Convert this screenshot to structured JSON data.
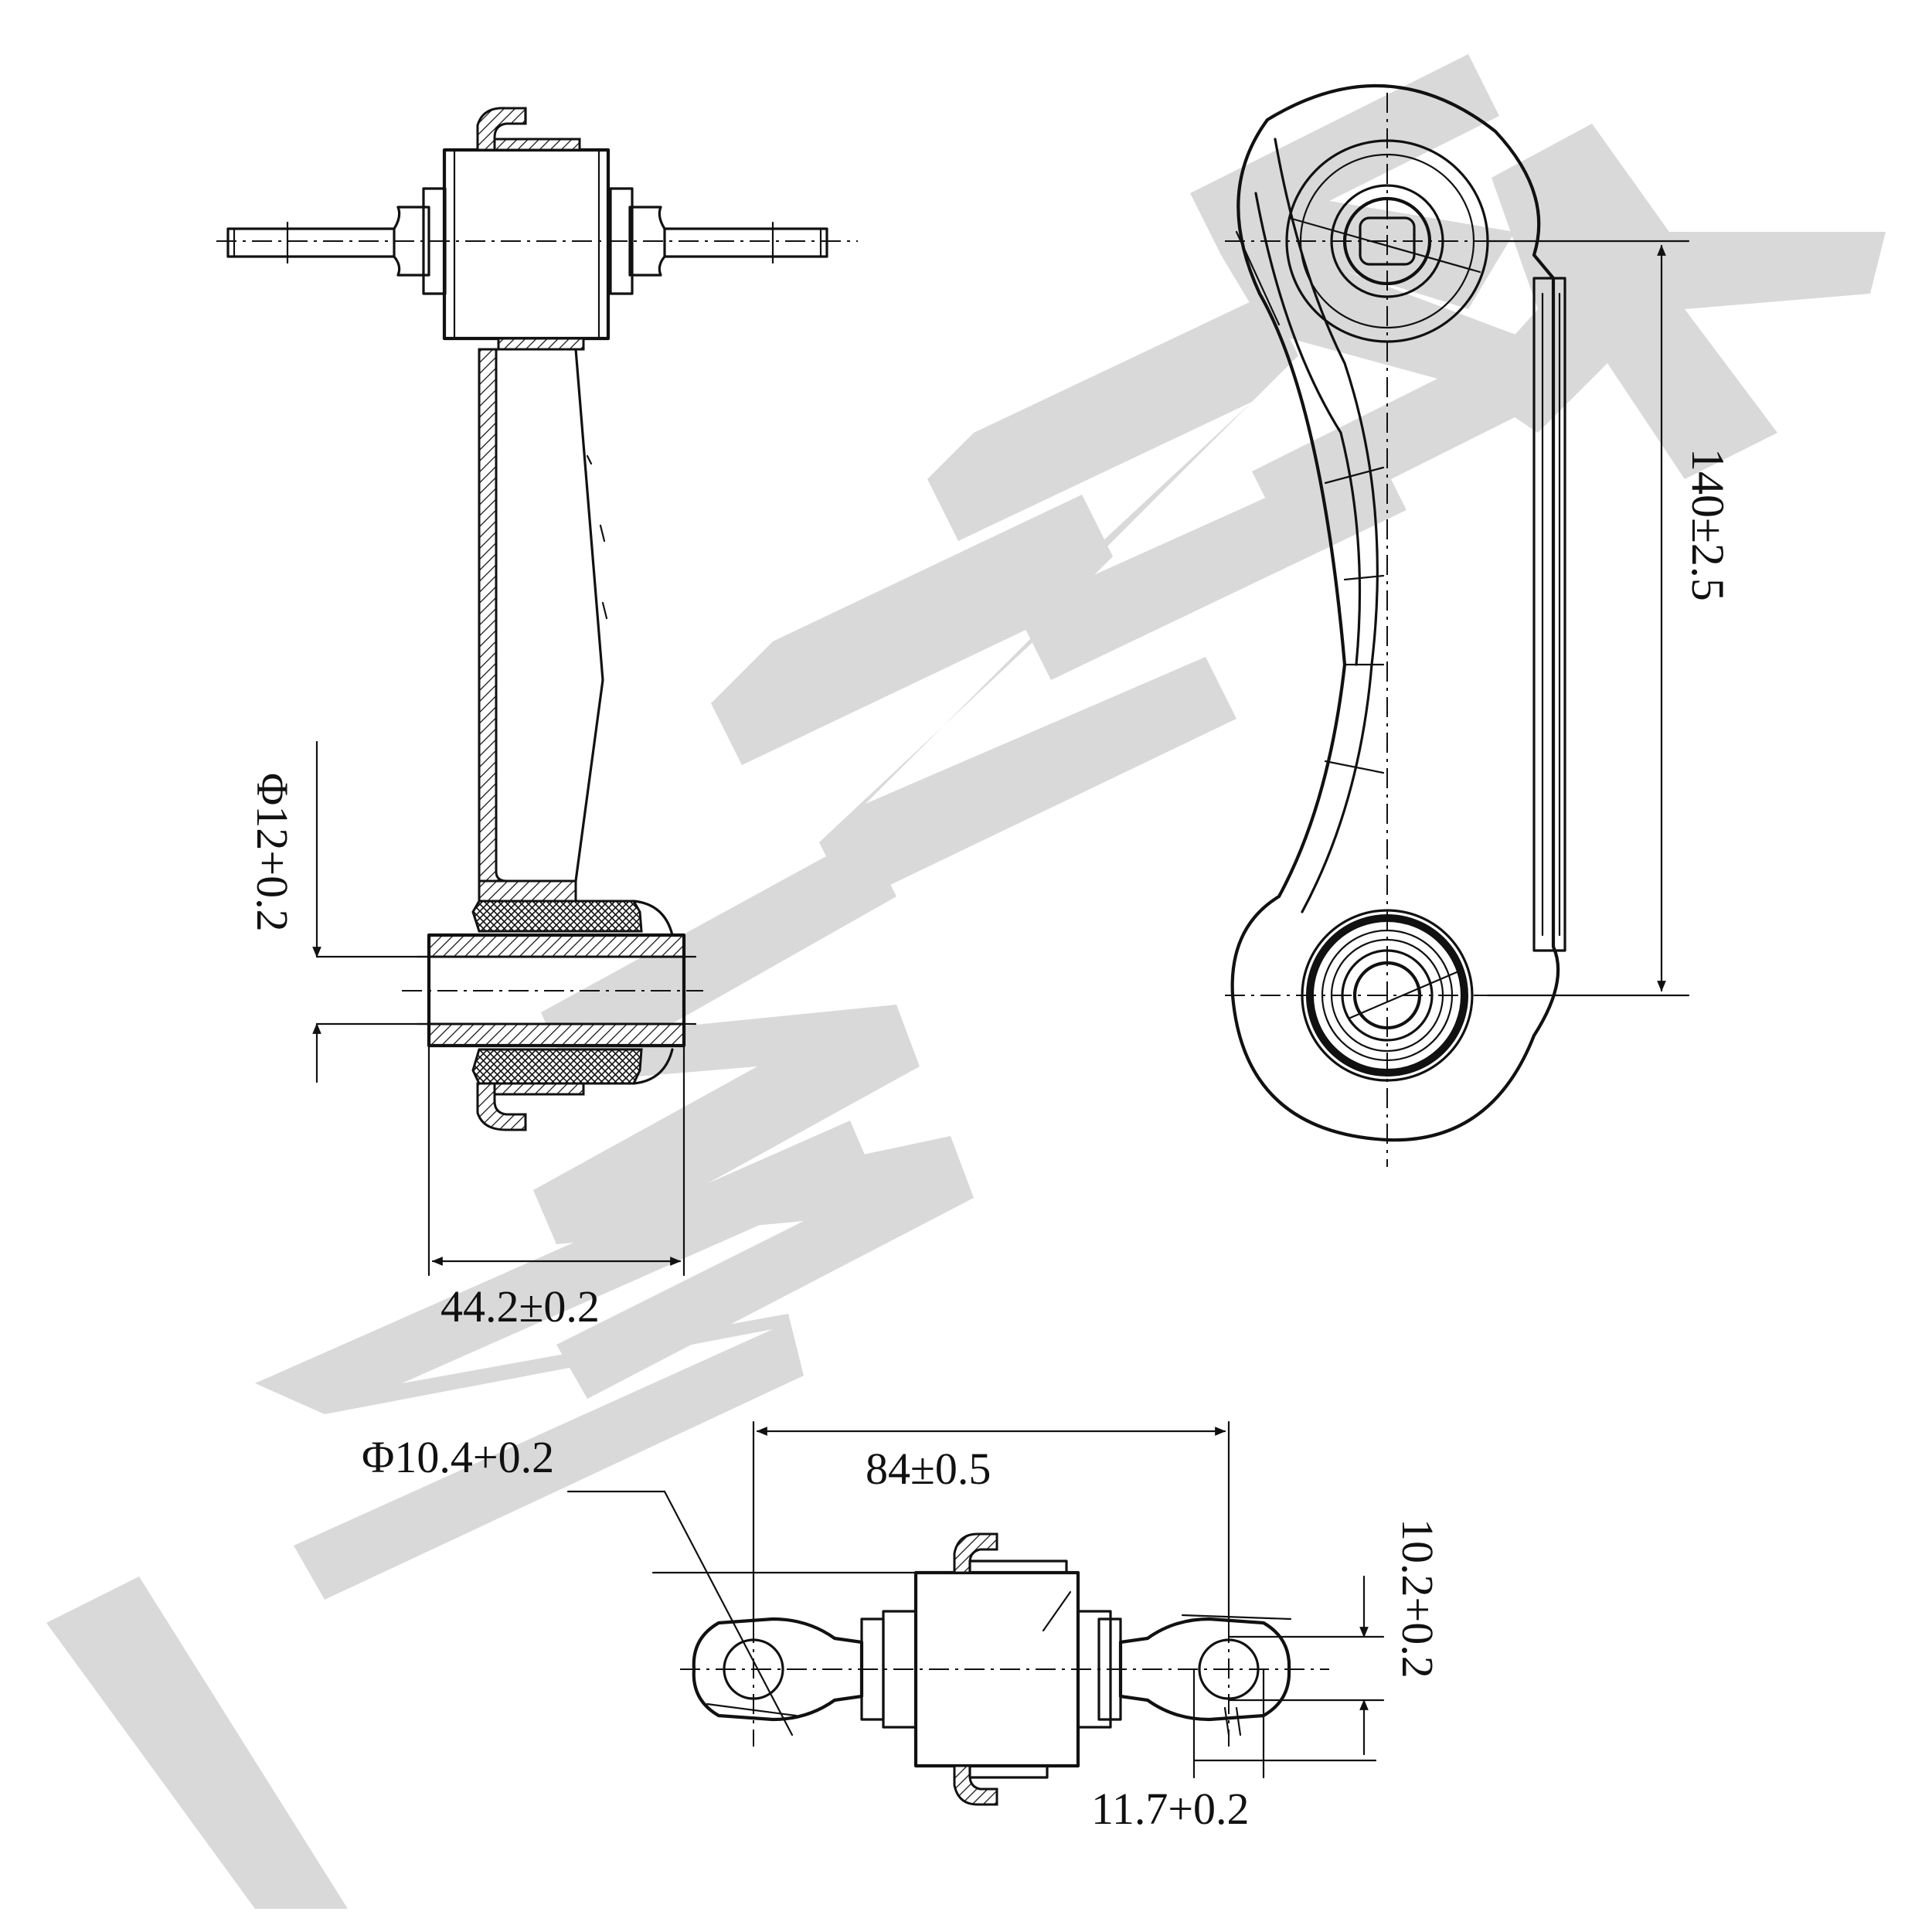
{
  "watermark": {
    "brand_text": "ZENNEK",
    "color": "#d9d9d9"
  },
  "dimensions": {
    "bore_diameter": "Φ12+0.2",
    "bushing_width": "44.2±0.2",
    "center_distance": "140±2.5",
    "eye_hole_diameter": "Φ10.4+0.2",
    "eye_spacing": "84±0.5",
    "eye_thickness": "10.2+0.2",
    "eye_width": "11.7+0.2"
  },
  "colors": {
    "line": "#111111",
    "background": "#ffffff"
  }
}
